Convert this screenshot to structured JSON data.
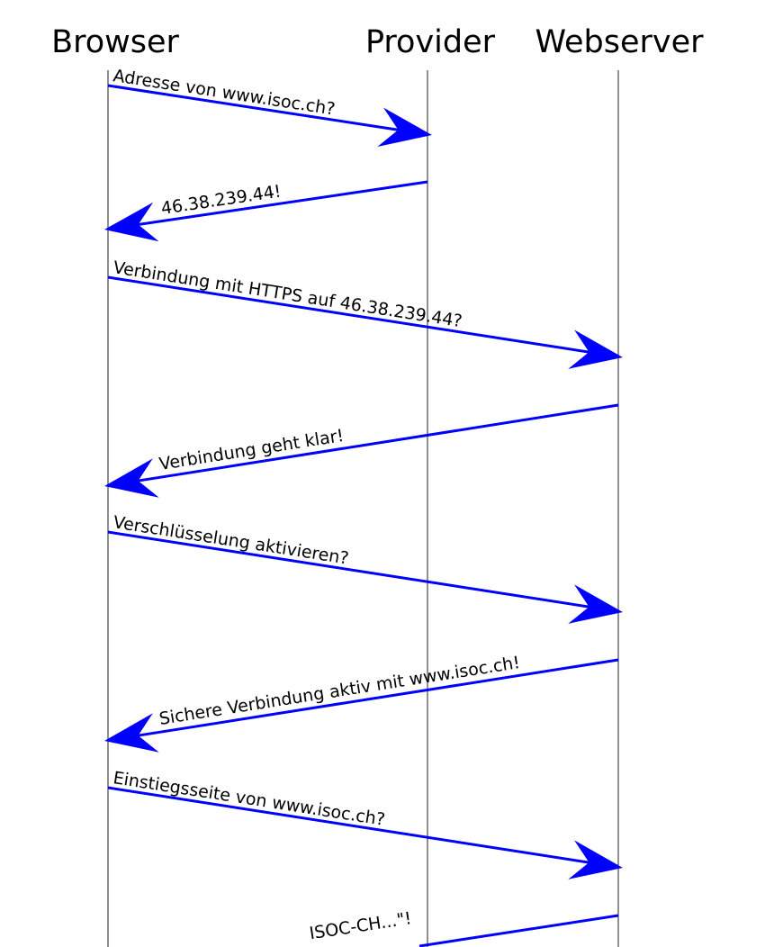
{
  "participants": [
    "Browser",
    "Provider",
    "Webserver"
  ],
  "messages": [
    {
      "from": "Browser",
      "to": "Provider",
      "label": "Adresse von www.isoc.ch?"
    },
    {
      "from": "Provider",
      "to": "Browser",
      "label": "46.38.239.44!"
    },
    {
      "from": "Browser",
      "to": "Webserver",
      "label": "Verbindung mit HTTPS auf 46.38.239.44?"
    },
    {
      "from": "Webserver",
      "to": "Browser",
      "label": "Verbindung geht klar!"
    },
    {
      "from": "Browser",
      "to": "Webserver",
      "label": "Verschlüsselung aktivieren?"
    },
    {
      "from": "Webserver",
      "to": "Browser",
      "label": "Sichere Verbindung aktiv mit www.isoc.ch!"
    },
    {
      "from": "Browser",
      "to": "Webserver",
      "label": "Einstiegsseite von www.isoc.ch?"
    },
    {
      "from": "Webserver",
      "to": "Browser",
      "label": "ISOC-CH...\"!"
    }
  ],
  "colors": {
    "arrow": "#0000ff",
    "lifeline": "#555555"
  }
}
